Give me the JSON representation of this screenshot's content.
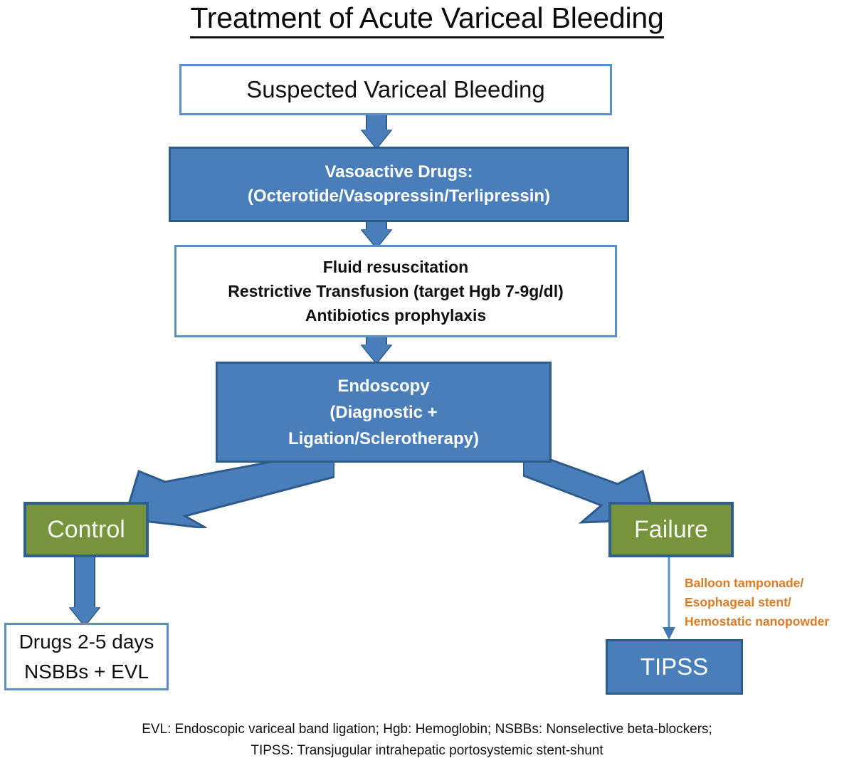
{
  "title": {
    "text": "Treatment of Acute Variceal Bleeding",
    "underlined": true
  },
  "colors": {
    "blue_fill": "#4a7ebb",
    "blue_border": "#2e5c8a",
    "blue_outline_light": "#5b8fc9",
    "green_fill": "#77933c",
    "green_border": "#2e5f92",
    "orange_text": "#e07b21",
    "text_dark": "#111111",
    "text_light": "#ffffff",
    "background": "#ffffff"
  },
  "nodes": {
    "suspected": {
      "lines": [
        "Suspected Variceal Bleeding"
      ],
      "style": "white-box",
      "text_style": "plain"
    },
    "vasoactive": {
      "lines": [
        "Vasoactive Drugs:",
        "(Octerotide/Vasopressin/Terlipressin)"
      ],
      "style": "blue-box",
      "text_style": "bold"
    },
    "resuscitation": {
      "lines": [
        "Fluid resuscitation",
        "Restrictive Transfusion (target Hgb 7-9g/dl)",
        "Antibiotics prophylaxis"
      ],
      "style": "white-box",
      "text_style": "bold"
    },
    "endoscopy": {
      "lines": [
        "Endoscopy",
        "(Diagnostic  +",
        "Ligation/Sclerotherapy)"
      ],
      "style": "blue-box",
      "text_style": "bold"
    },
    "control": {
      "lines": [
        "Control"
      ],
      "style": "green-box",
      "text_style": "plain"
    },
    "failure": {
      "lines": [
        "Failure"
      ],
      "style": "green-box",
      "text_style": "plain"
    },
    "drugs": {
      "lines": [
        "Drugs 2-5 days",
        "NSBBs + EVL"
      ],
      "style": "white-box",
      "text_style": "plain"
    },
    "tipss": {
      "lines": [
        "TIPSS"
      ],
      "style": "blue-box",
      "text_style": "plain"
    }
  },
  "annotations": {
    "rescue_therapy": {
      "lines": [
        "Balloon tamponade/",
        "Esophageal stent/",
        "Hemostatic nanopowder"
      ]
    }
  },
  "footnotes": {
    "line1": "EVL: Endoscopic variceal band ligation; Hgb: Hemoglobin;  NSBBs: Nonselective beta-blockers;",
    "line2": "TIPSS: Transjugular intrahepatic portosystemic stent-shunt"
  }
}
